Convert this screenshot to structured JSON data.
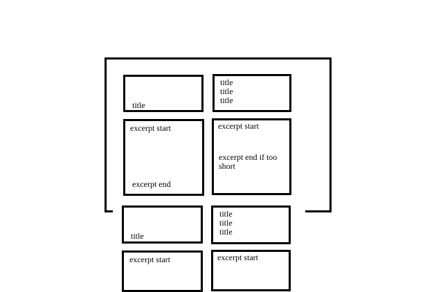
{
  "card1": {
    "title_box": {
      "title": "title"
    },
    "excerpt_box": {
      "start": "excerpt start",
      "end": "excerpt end"
    }
  },
  "card2": {
    "title_box": {
      "lines": [
        "title",
        "title",
        "title"
      ]
    },
    "excerpt_box": {
      "start": "excerpt start",
      "end_line1": "excerpt end if too",
      "end_line2": "short"
    }
  },
  "card3": {
    "title_box": {
      "title": "title"
    },
    "excerpt_box": {
      "start": "excerpt start"
    }
  },
  "card4": {
    "title_box": {
      "lines": [
        "title",
        "title",
        "title"
      ]
    },
    "excerpt_box": {
      "start": "excerpt start"
    }
  }
}
